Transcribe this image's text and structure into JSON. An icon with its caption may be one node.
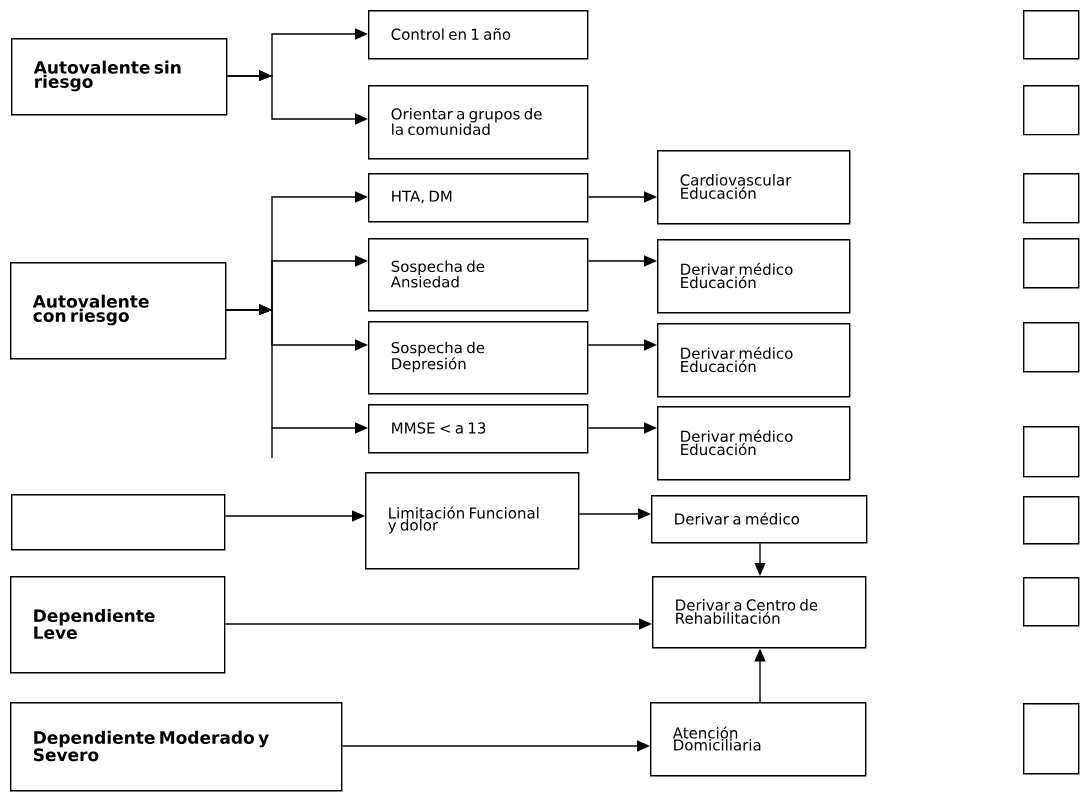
{
  "diagram": {
    "nodes": [
      {
        "text": [
          "Autovalente sin riesgo"
        ]
      },
      {
        "text": [
          "Control en 1 año"
        ]
      },
      {
        "text": [
          "Orientar a grupos de la comunidad"
        ]
      },
      {
        "text": [
          "Autovalente con riesgo"
        ]
      },
      {
        "text": [
          "HTA, DM"
        ]
      },
      {
        "text": [
          "Sospecha de Ansiedad"
        ]
      },
      {
        "text": [
          "Sospecha  de Depresión"
        ]
      },
      {
        "text": [
          "MMSE < a 13"
        ]
      },
      {
        "text": [
          "Cardiovascular Educación"
        ]
      },
      {
        "text": [
          "Derivar médico Educación"
        ]
      },
      {
        "text": [
          "Derivar médico Educación"
        ]
      },
      {
        "text": [
          "Derivar médico Educación"
        ]
      },
      {
        "text": [],
        "shape": "box"
      },
      {
        "text": [
          "Limitación Funcional y dolor"
        ]
      },
      {
        "text": [
          "Derivar a médico"
        ]
      },
      {
        "text": [
          "Dependiente Leve"
        ]
      },
      {
        "text": [
          "Derivar  a Centro de Rehabilitación"
        ]
      },
      {
        "text": [
          "Dependiente Moderado y Severo"
        ]
      },
      {
        "text": [
          "Atención Domiciliaria"
        ]
      },
      {
        "text": [],
        "shape": "box"
      },
      {
        "text": [],
        "shape": "box"
      },
      {
        "text": [],
        "shape": "box"
      },
      {
        "text": [],
        "shape": "box"
      },
      {
        "text": [],
        "shape": "box"
      },
      {
        "text": [],
        "shape": "box"
      },
      {
        "text": [],
        "shape": "box"
      },
      {
        "text": [],
        "shape": "box"
      },
      {
        "text": [],
        "shape": "box"
      }
    ],
    "edges": [
      {
        "from": 0,
        "to": 1,
        "arrow": "to"
      },
      {
        "from": 0,
        "to": 2,
        "arrow": "to"
      },
      {
        "from": 3,
        "to": 4,
        "arrow": "to"
      },
      {
        "from": 3,
        "to": 5,
        "arrow": "to"
      },
      {
        "from": 3,
        "to": 6,
        "arrow": "to"
      },
      {
        "from": 3,
        "to": 7,
        "arrow": "to"
      },
      {
        "from": 4,
        "to": 8,
        "arrow": "to"
      },
      {
        "from": 5,
        "to": 9,
        "arrow": "to"
      },
      {
        "from": 6,
        "to": 10,
        "arrow": "to"
      },
      {
        "from": 7,
        "to": 11,
        "arrow": "to"
      },
      {
        "from": 12,
        "to": 13,
        "arrow": "to"
      },
      {
        "from": 13,
        "to": 14,
        "arrow": "to"
      },
      {
        "from": 14,
        "to": 16,
        "arrow": "to"
      },
      {
        "from": 15,
        "to": 16,
        "arrow": "to"
      },
      {
        "from": 17,
        "to": 18,
        "arrow": "to"
      },
      {
        "from": 18,
        "to": 16,
        "arrow": "to"
      }
    ]
  }
}
